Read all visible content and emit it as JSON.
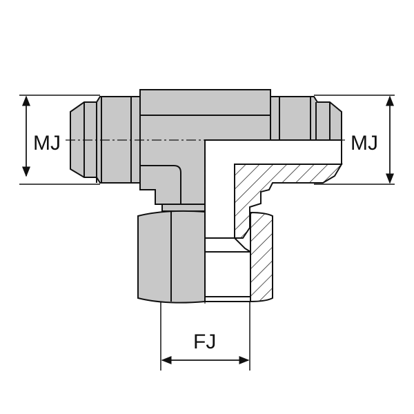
{
  "labels": {
    "male_left": "MJ",
    "male_right": "MJ",
    "female": "FJ"
  },
  "colors": {
    "body": "#c8c8c8",
    "outline": "#111111",
    "section": "#ffffff"
  }
}
